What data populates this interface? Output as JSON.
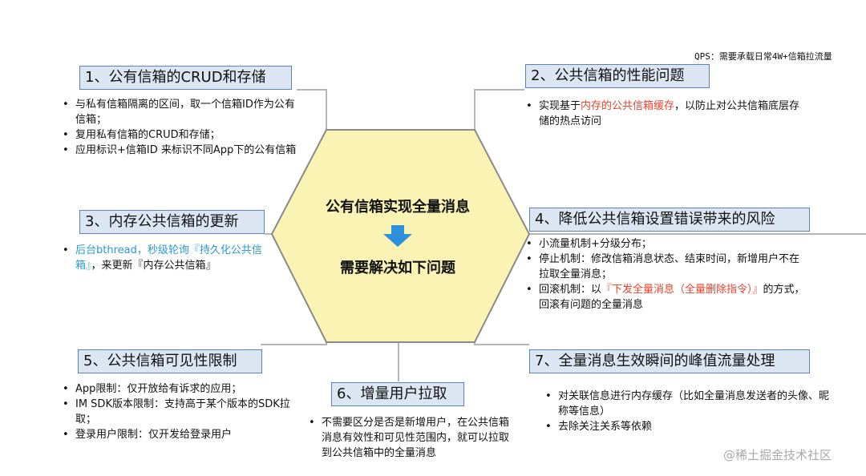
{
  "qps_note": "QPS：需要承载日常4W+信箱拉流量",
  "center": {
    "line1": "公有信箱实现全量消息",
    "line2": "需要解决如下问题",
    "arrow_color": "#2e8fdc",
    "hex_fill": "#fbf3b3"
  },
  "sections": {
    "s1": {
      "title": "1、公有信箱的CRUD和存储",
      "bullets": [
        "与私有信箱隔离的区间，取一个信箱ID作为公有信箱；",
        "复用私有信箱的CRUD和存储；",
        "应用标识+信箱ID 来标识不同App下的公有信箱"
      ]
    },
    "s2": {
      "title": "2、公共信箱的性能问题",
      "b1_pre": "实现基于",
      "b1_red": "内存的公共信箱缓存",
      "b1_post": "，以防止对公共信箱底层存储的热点访问"
    },
    "s3": {
      "title": "3、内存公共信箱的更新",
      "b1_blue": "后台bthread，秒级轮询『持久化公共信箱』",
      "b1_post": "，来更新『内存公共信箱』"
    },
    "s4": {
      "title": "4、降低公共信箱设置错误带来的风险",
      "b1": "小流量机制+分级分布；",
      "b2": "停止机制：修改信箱消息状态、结束时间，新增用户不在拉取全量消息；",
      "b3_pre": "回滚机制：以",
      "b3_red": "『下发全量消息（全量删除指令）』",
      "b3_post": "的方式，回滚有问题的全量消息"
    },
    "s5": {
      "title": "5、公共信箱可见性限制",
      "bullets": [
        "App限制：仅开放给有诉求的应用；",
        "IM SDK版本限制：支持高于某个版本的SDK拉取；",
        "登录用户限制：仅开发给登录用户"
      ]
    },
    "s6": {
      "title": "6、增量用户拉取",
      "bullets": [
        "不需要区分是否是新增用户，在公共信箱消息有效性和可见性范围内，就可以拉取到公共信箱中的全量消息"
      ]
    },
    "s7": {
      "title": "7、全量消息生效瞬间的峰值流量处理",
      "bullets": [
        "对关联信息进行内存缓存（比如全量消息发送者的头像、昵称等信息）",
        "去除关注关系等依赖"
      ]
    }
  },
  "watermark": "@稀土掘金技术社区",
  "colors": {
    "title_fill": "#dce6f3",
    "title_border": "#5b83b8",
    "highlight_red": "#e8432c",
    "highlight_blue": "#2a9ad6",
    "connector": "#b5b5b5"
  }
}
